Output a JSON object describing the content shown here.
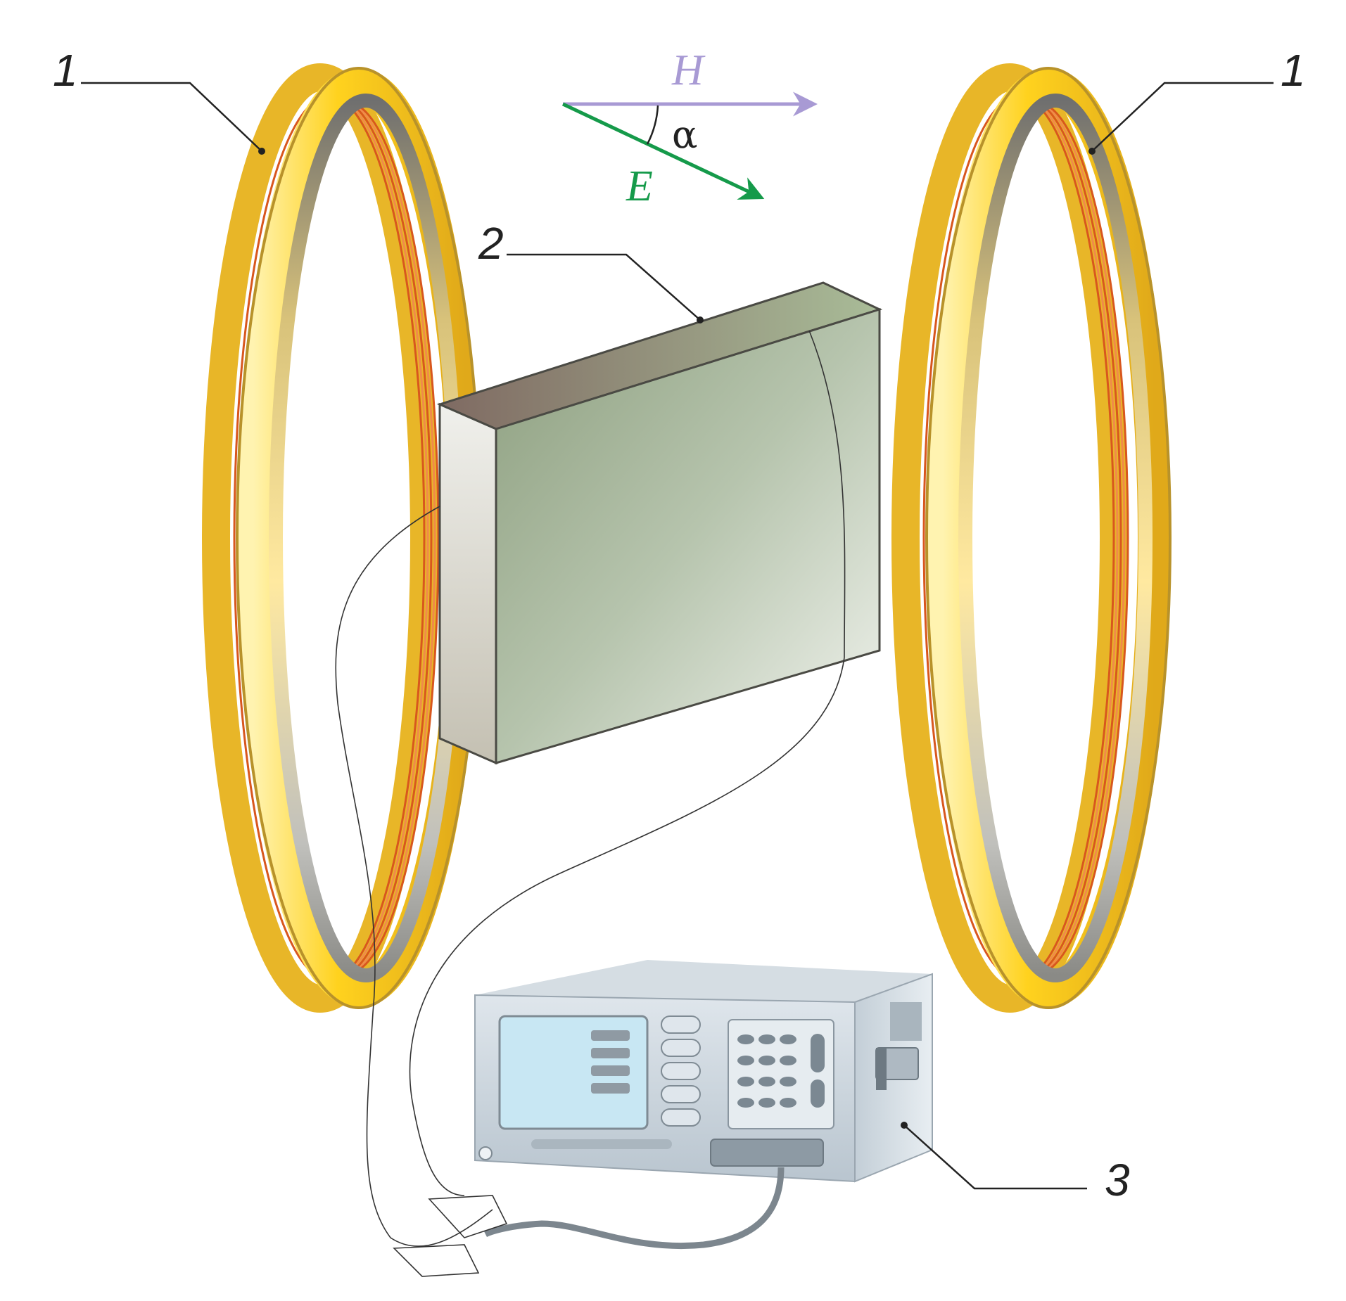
{
  "labels": {
    "coil_left": "1",
    "coil_right": "1",
    "sample": "2",
    "instrument": "3"
  },
  "vectors": {
    "magnetic_field": "H",
    "electric_field": "E",
    "angle": "α"
  },
  "colors": {
    "coil_gold": "#e8b628",
    "coil_bright": "#ffd21e",
    "coil_dark": "#b8922a",
    "winding": "#d8571e",
    "h_arrow": "#a89ad4",
    "e_arrow": "#159a4a",
    "sample_front": "#b8c8ad",
    "sample_top": "#8e8a76",
    "sample_side": "#d8d8d0",
    "instrument_body": "#c9d4dd",
    "instrument_screen": "#c8e7f3",
    "leader": "#222222"
  }
}
